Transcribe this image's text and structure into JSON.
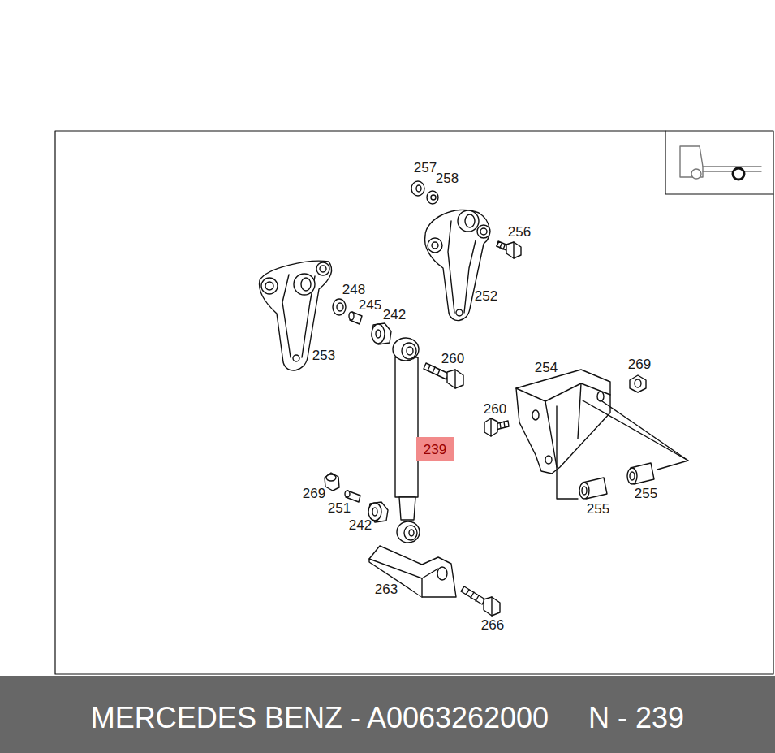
{
  "diagram": {
    "nodes": [
      {
        "text": [
          "239"
        ]
      }
    ],
    "labels": [
      "257",
      "258",
      "256",
      "252",
      "253",
      "248",
      "245",
      "242",
      "260",
      "254",
      "269",
      "260",
      "269",
      "251",
      "242",
      "255",
      "255",
      "263",
      "266",
      "MERCEDES BENZ - A0063262000",
      "N - 239"
    ]
  }
}
